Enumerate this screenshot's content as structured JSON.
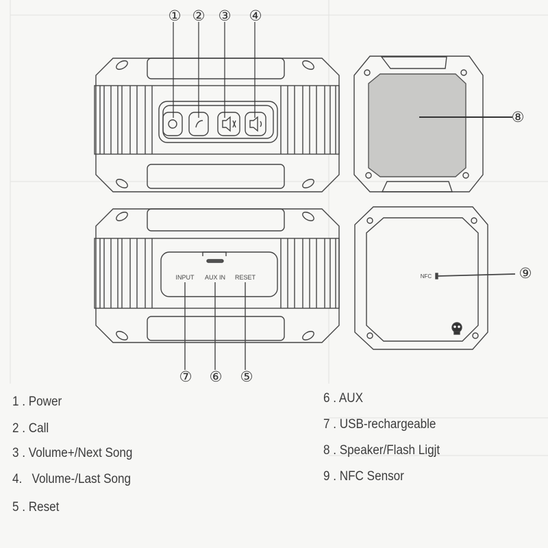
{
  "diagram": {
    "callouts": [
      "①",
      "②",
      "③",
      "④",
      "⑤",
      "⑥",
      "⑦",
      "⑧",
      "⑨"
    ],
    "port_labels": {
      "input": "INPUT",
      "aux_in": "AUX IN",
      "reset": "RESET"
    },
    "nfc_label": "NFC"
  },
  "legend": {
    "left": [
      "1 . Power",
      "2 . Call",
      "3 . Volume+/Next Song",
      "4.   Volume-/Last Song",
      "5 . Reset"
    ],
    "right": [
      "6 . AUX",
      "7 . USB-rechargeable",
      "8 . Speaker/Flash Ligjt",
      "9 . NFC Sensor"
    ]
  }
}
